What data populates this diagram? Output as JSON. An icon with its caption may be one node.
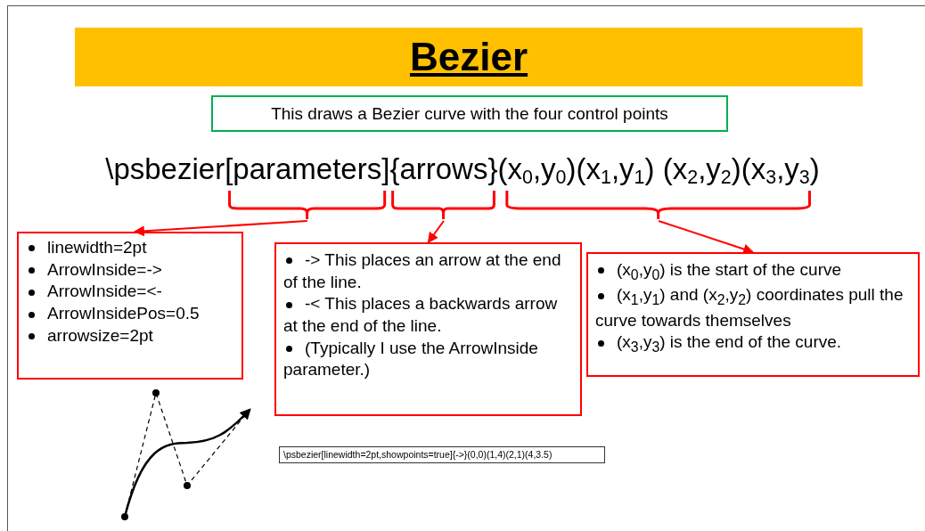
{
  "diagram": {
    "title": "Bezier",
    "nodes": [
      {
        "text": [
          "This draws a Bezier curve with the four control points"
        ]
      },
      {
        "text": [
          "[parameters]"
        ]
      },
      {
        "text": [
          "{arrows}"
        ]
      },
      {
        "text": [
          "(x$_{0}$,y$_{0}$)(x$_{1}$,y$_{1}$) (x$_{2}$,y$_{2}$)(x$_{3}$,y$_{3}$)"
        ]
      },
      {
        "text": [
          "linewidth=2pt",
          "ArrowInside=->",
          "ArrowInside=<-",
          "ArrowInsidePos=0.5",
          "arrowsize=2pt"
        ]
      },
      {
        "text": [
          "-> This places an arrow at the end of the line.",
          "-< This places a backwards arrow at the end of the line.",
          "(Typically I use the ArrowInside parameter.)"
        ]
      },
      {
        "text": [
          "(x$_{0}$,y$_{0}$) is the start of the curve",
          "(x$_{1}$,y$_{1}$) and (x$_{2}$,y$_{2}$) coordinates pull the curve towards themselves",
          "(x$_{3}$,y$_{3}$) is the end of the curve."
        ]
      }
    ],
    "edges": [
      {
        "from": 1,
        "to": 4,
        "arrow": "to"
      },
      {
        "from": 2,
        "to": 5,
        "arrow": "to"
      },
      {
        "from": 3,
        "to": 6,
        "arrow": "to"
      }
    ],
    "labels": [
      "\\psbezier",
      "\\psbezier[linewidth=2pt,showpoints=true]{->}(0,0)(1,4)(2,1)(4,3.5)"
    ]
  }
}
